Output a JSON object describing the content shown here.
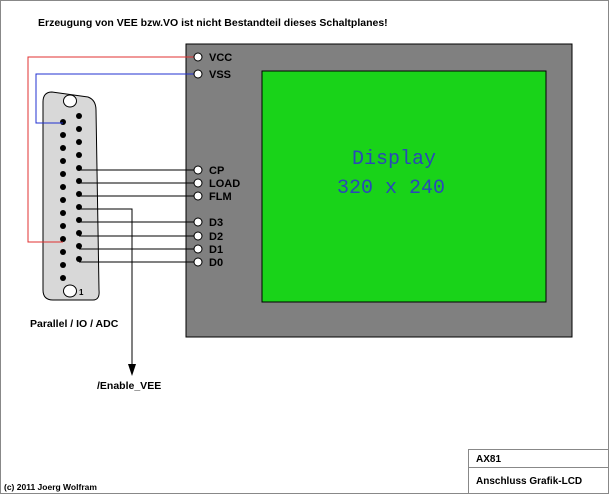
{
  "header": {
    "note": "Erzeugung von VEE bzw.VO ist nicht Bestandteil dieses Schaltplanes!"
  },
  "lcd": {
    "pins_top": [
      "VCC",
      "VSS"
    ],
    "pins_mid": [
      "CP",
      "LOAD",
      "FLM"
    ],
    "pins_data": [
      "D3",
      "D2",
      "D1",
      "D0"
    ],
    "display_line1": "Display",
    "display_line2": "320 x 240",
    "frame_color": "#808080",
    "screen_color": "#19d319"
  },
  "connector": {
    "label": "Parallel / IO / ADC",
    "pin1_label": "1",
    "body_color": "#d8d8d8"
  },
  "signals": {
    "enable": "/Enable_VEE"
  },
  "wires": {
    "vcc_color": "#e03030",
    "vss_color": "#2030d0"
  },
  "footer": {
    "copyright": "(c) 2011 Joerg Wolfram",
    "project": "AX81",
    "title": "Anschluss Grafik-LCD"
  }
}
